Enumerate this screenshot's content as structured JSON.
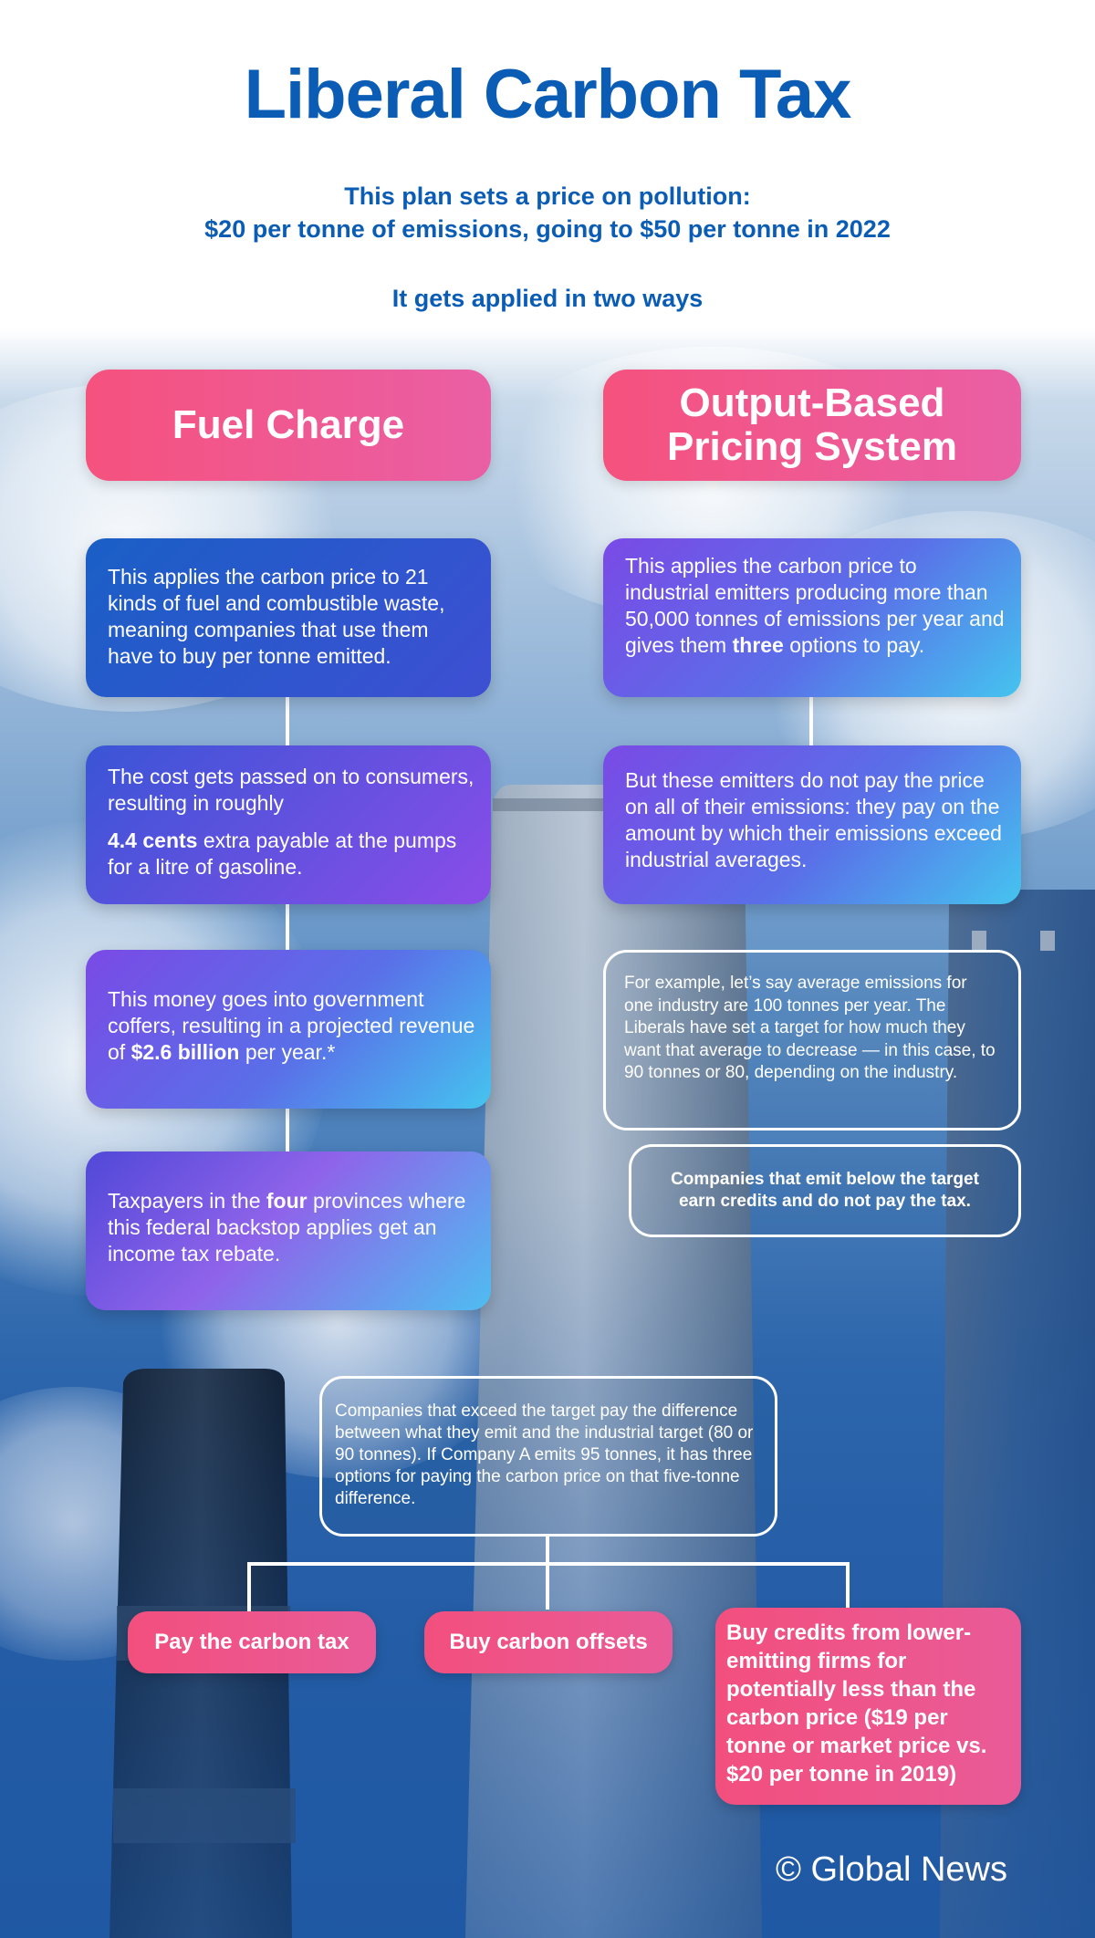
{
  "header": {
    "title": "Liberal Carbon Tax",
    "subtitle_line1": "This plan sets a price on pollution:",
    "subtitle_line2": "$20 per tonne of emissions, going to $50 per tonne in 2022",
    "subtitle_line3": "It gets applied in two ways"
  },
  "fuel_charge": {
    "heading": "Fuel Charge",
    "card1": "This applies the carbon price to 21 kinds of fuel and combustible waste, meaning companies that use them have to buy per tonne emitted.",
    "card2_a": "The cost gets passed on to consumers, resulting in roughly",
    "card2_bold": "4.4 cents",
    "card2_b": " extra payable at the pumps for a litre of gasoline.",
    "card3_a": "This money goes into government coffers, resulting in a projected revenue of ",
    "card3_bold": "$2.6 billion",
    "card3_b": " per year.*",
    "card4_a": "Taxpayers in the ",
    "card4_bold": "four",
    "card4_b": " provinces where this federal backstop applies get an income tax rebate."
  },
  "output_based": {
    "heading_line1": "Output-Based",
    "heading_line2": "Pricing System",
    "card1_a": "This applies the carbon price to industrial emitters producing more than 50,000 tonnes of emissions per year and gives them ",
    "card1_bold": "three",
    "card1_b": " options to pay.",
    "card2": "But these emitters do not pay the price on all of their emissions: they pay on the amount by which their emissions exceed industrial averages.",
    "example": "For example, let’s say average emissions for one industry are 100 tonnes per year. The Liberals have set a target for how much they want that average to decrease — in this case, to 90 tonnes or 80, depending on the industry.",
    "below_target": "Companies that emit below the target earn credits and do not pay the tax."
  },
  "exceed": {
    "text": "Companies that exceed the target pay the difference between what they emit and the industrial target (80 or 90 tonnes). If Company A emits 95 tonnes, it has three options for paying the carbon price on that five-tonne difference."
  },
  "options": {
    "option1": "Pay the carbon tax",
    "option2": "Buy carbon offsets",
    "option3": "Buy credits from lower-emitting firms for potentially less than the carbon price ($19 per tonne or market price vs. $20 per tonne in 2019)"
  },
  "credit": "© Global News",
  "colors": {
    "title_blue": "#0a5cb5",
    "pink": "#f5527e",
    "white": "#ffffff"
  }
}
